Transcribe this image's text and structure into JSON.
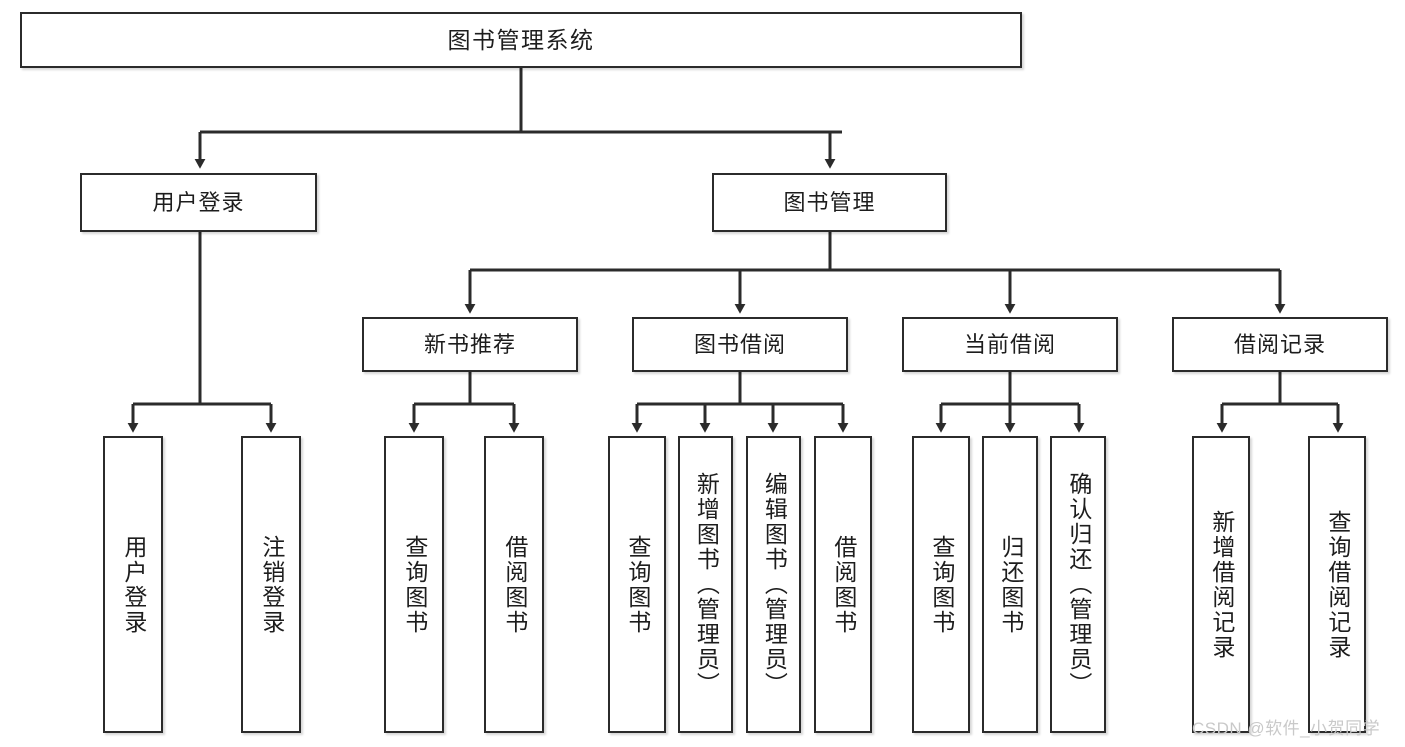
{
  "diagram": {
    "title": "图书管理系统",
    "type": "tree-hierarchy-chart",
    "colors": {
      "box_border": "#2b2b2b",
      "box_fill": "#ffffff",
      "connector": "#2b2b2b",
      "text": "#1d1d1d",
      "watermark": "#c9c9c9",
      "background": "#ffffff"
    },
    "root": {
      "label": "图书管理系统"
    },
    "level1": [
      {
        "label": "用户登录"
      },
      {
        "label": "图书管理"
      }
    ],
    "level2": [
      {
        "label": "新书推荐"
      },
      {
        "label": "图书借阅"
      },
      {
        "label": "当前借阅"
      },
      {
        "label": "借阅记录"
      }
    ],
    "leaves": {
      "user_login": [
        {
          "label": "用户登录"
        },
        {
          "label": "注销登录"
        }
      ],
      "new_book_recommend": [
        {
          "label": "查询图书"
        },
        {
          "label": "借阅图书"
        }
      ],
      "book_borrow": [
        {
          "label": "查询图书"
        },
        {
          "label": "新增图书（管理员）"
        },
        {
          "label": "编辑图书（管理员）"
        },
        {
          "label": "借阅图书"
        }
      ],
      "current_borrow": [
        {
          "label": "查询图书"
        },
        {
          "label": "归还图书"
        },
        {
          "label": "确认归还（管理员）"
        }
      ],
      "borrow_record": [
        {
          "label": "新增借阅记录"
        },
        {
          "label": "查询借阅记录"
        }
      ]
    }
  },
  "watermark": {
    "text": "CSDN @软件_小贺同学"
  }
}
